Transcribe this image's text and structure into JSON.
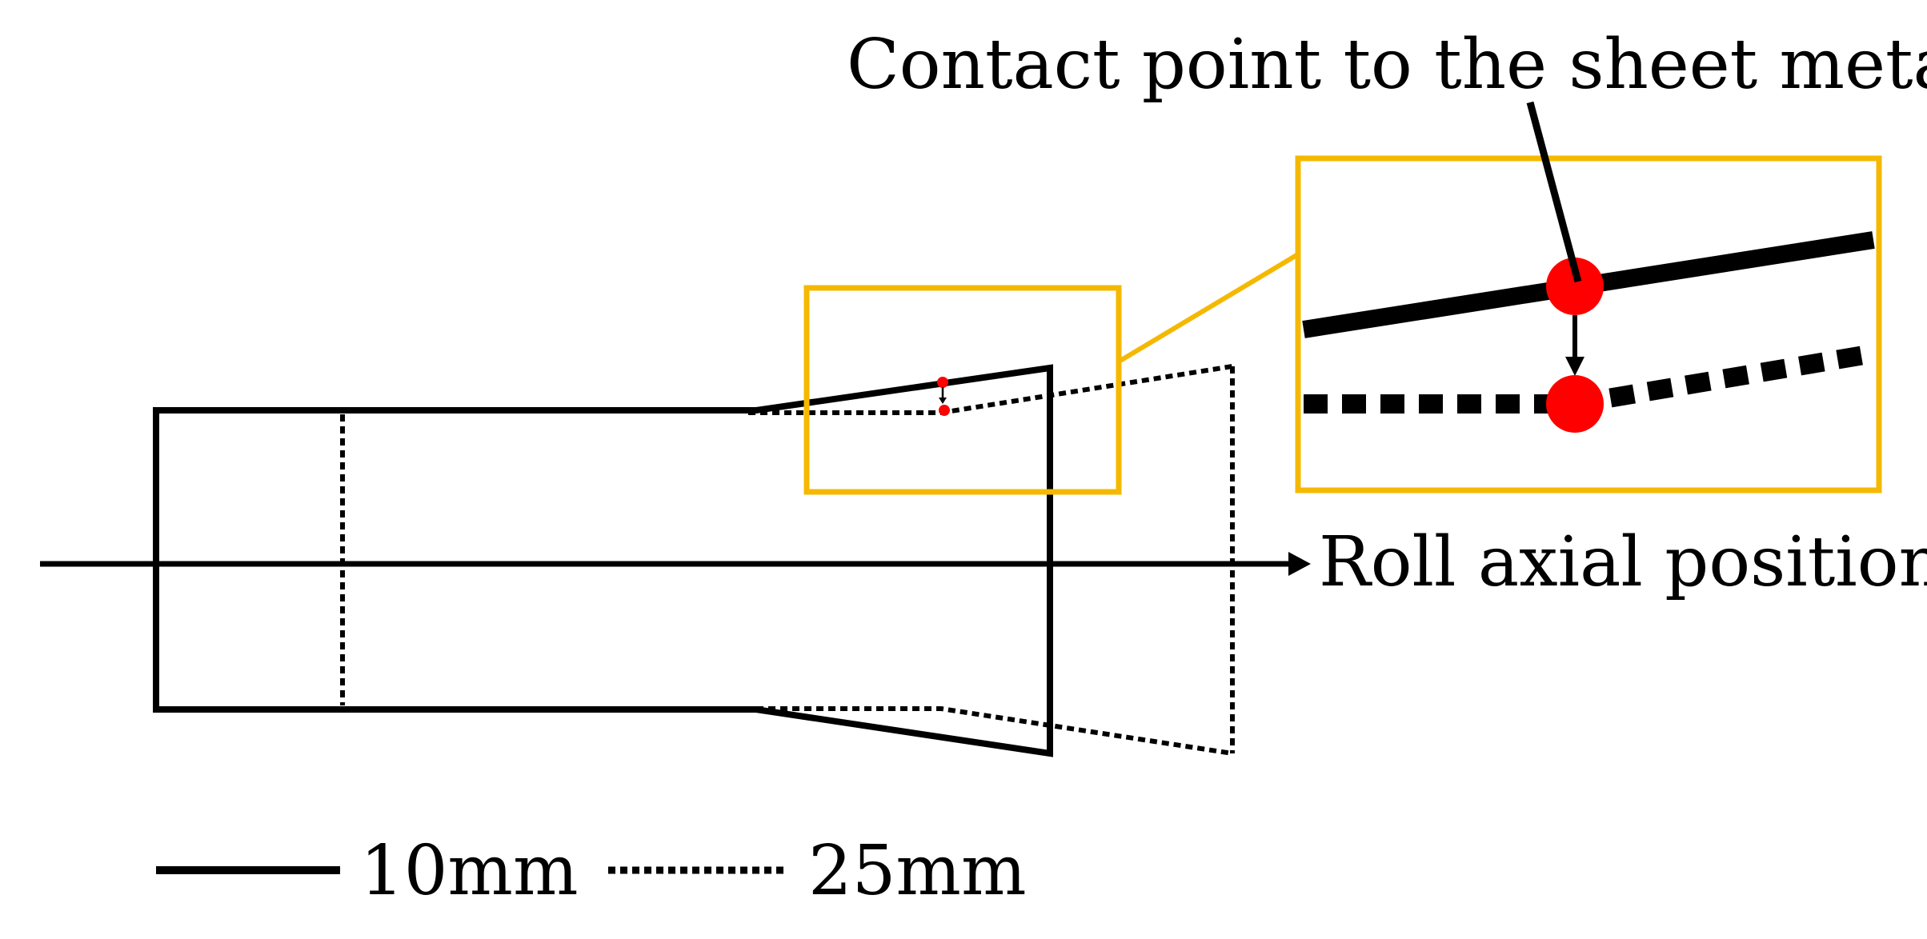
{
  "labels": {
    "contact_point": "Contact point to the sheet metal",
    "axis": "Roll axial position"
  },
  "legend": [
    {
      "style": "solid",
      "label": "10mm"
    },
    {
      "style": "dotted",
      "label": "25mm"
    }
  ],
  "colors": {
    "outline": "#000000",
    "zoom_box": "#F5B800",
    "contact_point": "#FF0000",
    "background": "#FFFFFF"
  }
}
